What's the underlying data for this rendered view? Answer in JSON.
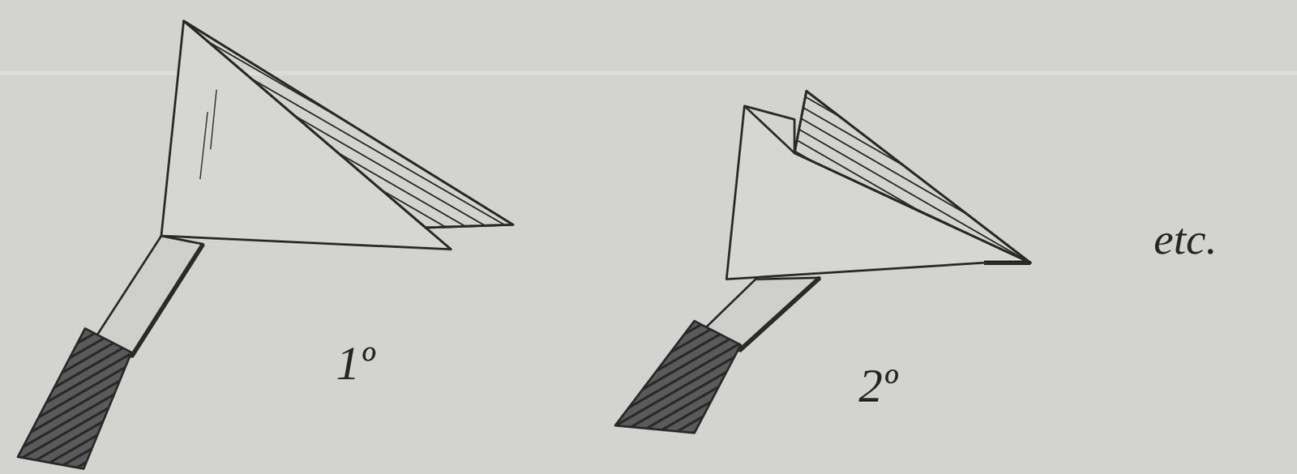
{
  "diagram": {
    "labels": [
      "1º",
      "2º",
      "etc."
    ]
  }
}
